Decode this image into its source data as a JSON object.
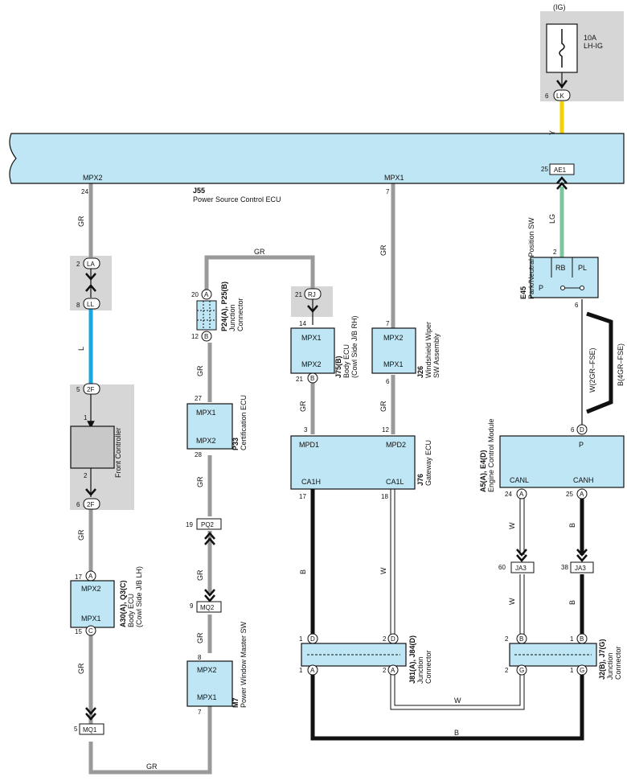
{
  "power": {
    "ig_label": "(IG)",
    "fuse_rating": "10A",
    "fuse_name": "LH-IG",
    "pin": "6",
    "terminal": "LK"
  },
  "components": {
    "j55": {
      "id": "J55",
      "name": "Power Source Control ECU",
      "port_left": "MPX2",
      "port_right": "MPX1",
      "pin_left": "24",
      "pin_right": "7"
    },
    "j76": {
      "id": "J76",
      "name": "Gateway ECU",
      "port_mpd1": "MPD1",
      "port_mpd2": "MPD2",
      "port_ca1h": "CA1H",
      "port_ca1l": "CA1L",
      "pin_mpd1": "3",
      "pin_mpd2": "12",
      "pin_ca1h": "17",
      "pin_ca1l": "18"
    },
    "j26": {
      "id": "J26",
      "name1": "Windshield Wiper",
      "name2": "SW Assembly",
      "port_top": "MPX2",
      "port_bottom": "MPX1",
      "pin_top": "7",
      "pin_bottom": "6"
    },
    "j75": {
      "id": "J75(B)",
      "name1": "Body ECU",
      "name2": "(Cowl Side J/B RH)",
      "port_top": "MPX1",
      "port_bottom": "MPX2",
      "pin_top": "14",
      "pin_bottom": "21",
      "pin_bottom_letter": "B"
    },
    "p33": {
      "id": "P33",
      "name": "Certification ECU",
      "port_top": "MPX1",
      "port_bottom": "MPX2",
      "pin_top": "27",
      "pin_bottom": "28"
    },
    "p24": {
      "id": "P24(A), P25(B)",
      "name1": "Junction",
      "name2": "Connector",
      "pin_top": "20",
      "pin_top_letter": "A",
      "pin_bottom": "12",
      "pin_bottom_letter": "B"
    },
    "rj": {
      "pin": "21",
      "terminal": "RJ"
    },
    "front_ctrl": {
      "name": "Front Controller",
      "pin_top_conn": "5",
      "term_top": "2F",
      "pin_top": "1",
      "pin_bottom": "2",
      "pin_bottom_conn": "6",
      "term_bottom": "2F"
    },
    "la_ll": {
      "pin_la": "2",
      "term_la": "LA",
      "pin_ll": "8",
      "term_ll": "LL"
    },
    "a30": {
      "id": "A30(A), Q3(C)",
      "name1": "Body ECU",
      "name2": "(Cowl Side J/B LH)",
      "port_top": "MPX2",
      "port_bottom": "MPX1",
      "pin_top": "17",
      "pin_top_letter": "A",
      "pin_bottom": "15",
      "pin_bottom_letter": "C"
    },
    "mq1": {
      "pin": "5",
      "label": "MQ1"
    },
    "pq2": {
      "pin": "19",
      "label": "PQ2"
    },
    "mq2": {
      "pin": "9",
      "label": "MQ2"
    },
    "m7": {
      "id": "M7",
      "name": "Power Window Master SW",
      "port_top": "MPX2",
      "port_bottom": "MPX1",
      "pin_top": "8",
      "pin_bottom": "7"
    },
    "e45": {
      "id": "E45",
      "name": "Park/Neutral Position SW",
      "pos_rb": "RB",
      "pos_pl": "PL",
      "pos_p": "P",
      "pin_top": "2",
      "pin_bottom": "6"
    },
    "ae1": {
      "pin": "25",
      "label": "AE1"
    },
    "a5": {
      "id": "A5(A), E4(D)",
      "name": "Engine Control Module",
      "port_p": "P",
      "port_canl": "CANL",
      "port_canh": "CANH",
      "pin_p": "6",
      "pin_p_letter": "D",
      "pin_canl": "24",
      "pin_canl_letter": "A",
      "pin_canh": "25",
      "pin_canh_letter": "A"
    },
    "ja3_left": {
      "pin": "60",
      "label": "JA3"
    },
    "ja3_right": {
      "pin": "38",
      "label": "JA3"
    },
    "j81": {
      "id": "J81(A), J84(D)",
      "name1": "Junction",
      "name2": "Connector",
      "tl_pin": "1",
      "tl_letter": "D",
      "tr_pin": "2",
      "tr_letter": "D",
      "bl_pin": "1",
      "bl_letter": "A",
      "br_pin": "2",
      "br_letter": "A"
    },
    "j2": {
      "id": "J2(B), J7(G)",
      "name1": "Junction",
      "name2": "Connector",
      "tl_pin": "2",
      "tl_letter": "B",
      "tr_pin": "1",
      "tr_letter": "B",
      "bl_pin": "2",
      "bl_letter": "G",
      "br_pin": "1",
      "br_letter": "G"
    }
  },
  "wires": {
    "gr": "GR",
    "l": "L",
    "b": "B",
    "w": "W",
    "y": "Y",
    "lg": "LG",
    "w_2gr": "W(2GR–FSE)",
    "b_4gr": "B(4GR–FSE)"
  },
  "colors": {
    "ecu_fill": "#bfe6f5",
    "gr": "#9a9a9a",
    "l": "#1aa6e0",
    "y": "#f2d200",
    "lg": "#7cc69b",
    "b": "#111111",
    "w": "#ffffff",
    "shade": "#d6d6d6"
  }
}
